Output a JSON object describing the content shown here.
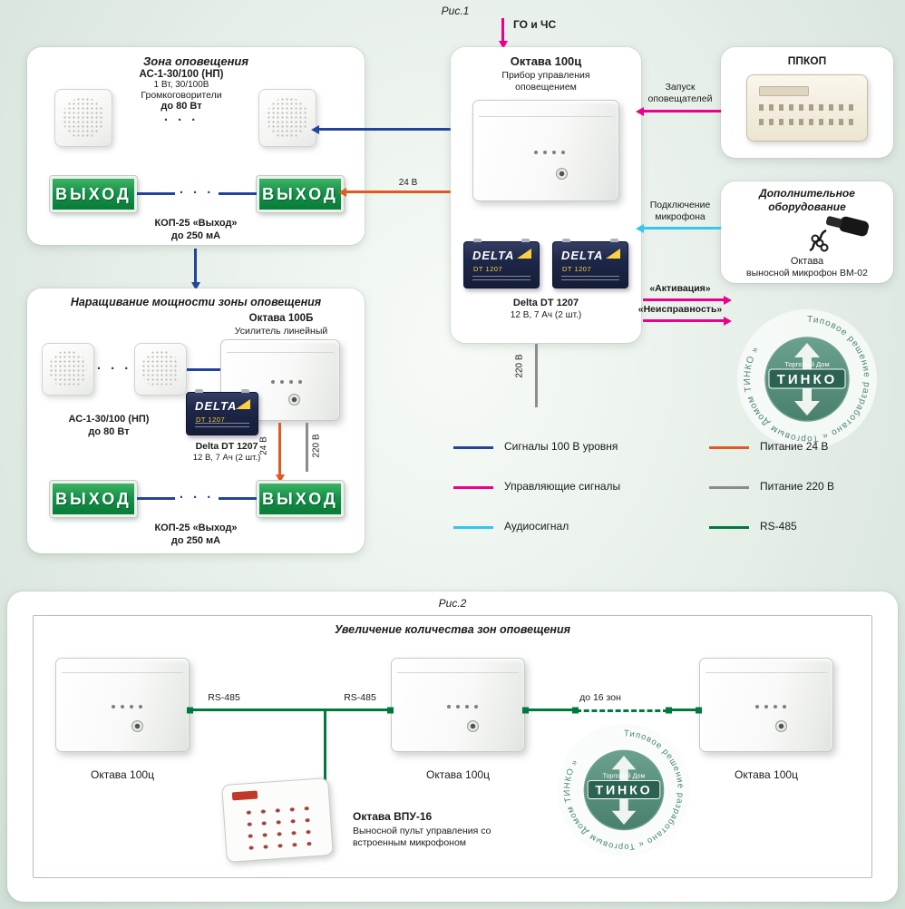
{
  "fig1": {
    "caption": "Рис.1",
    "input_signal": "ГО и ЧС",
    "central": {
      "title": "Октава 100ц",
      "subtitle": "Прибор управления оповещением",
      "battery_name": "Delta DT 1207",
      "battery_spec": "12 В, 7 Ач (2 шт.)",
      "power_label": "220 В"
    },
    "ppkop": {
      "title": "ППКОП",
      "link_label": "Запуск оповещателей"
    },
    "extra": {
      "title": "Дополнительное оборудование",
      "device_name": "Октава",
      "device_model": "выносной микрофон ВМ-02",
      "link_label": "Подключение микрофона"
    },
    "outputs": {
      "activation": "«Активация»",
      "fault": "«Неисправность»"
    },
    "zone": {
      "title": "Зона оповещения",
      "speaker_model": "АС-1-30/100 (НП)",
      "speaker_spec": "1 Вт, 30/100В",
      "speaker_kind": "Громкоговорители",
      "speaker_power": "до 80 Вт",
      "exit_text": "ВЫХОД",
      "exit_model": "КОП-25 «Выход»",
      "exit_current": "до 250 мА",
      "wire_24v": "24 В"
    },
    "boost": {
      "title": "Наращивание мощности зоны оповещения",
      "amp_name": "Октава 100Б",
      "amp_kind": "Усилитель линейный",
      "speaker_model": "АС-1-30/100 (НП)",
      "speaker_power": "до 80 Вт",
      "battery_name": "Delta DT 1207",
      "battery_spec": "12 В, 7 Ач (2 шт.)",
      "wire_24v": "24 В",
      "wire_220v": "220 В",
      "exit_text": "ВЫХОД",
      "exit_model": "КОП-25 «Выход»",
      "exit_current": "до 250 мА"
    },
    "legend": {
      "left": [
        "Сигналы 100 В уровня",
        "Управляющие сигналы",
        "Аудиосигнал"
      ],
      "right": [
        "Питание 24 В",
        "Питание 220 В",
        "RS-485"
      ]
    }
  },
  "fig2": {
    "caption": "Рис.2",
    "title": "Увеличение количества зон оповещения",
    "devices": [
      "Октава 100ц",
      "Октава 100ц",
      "Октава 100ц"
    ],
    "bus_label_1": "RS-485",
    "bus_label_2": "RS-485",
    "bus_label_3": "до 16 зон",
    "keypad_name": "Октава ВПУ-16",
    "keypad_desc": "Выносной пульт управления со встроенным микрофоном"
  },
  "battery": {
    "brand": "DELTA",
    "model": "DT 1207"
  },
  "logo": {
    "ring_text": "Типовое решение разработано « Торговым Домом ТИНКО »",
    "brand_top": "Торговый Дом",
    "brand": "ТИНКО"
  },
  "dots": "· · ·",
  "colors": {
    "signal100": "#24449c",
    "control": "#ec008c",
    "audio": "#33c6f0",
    "power24": "#df5b1f",
    "power220": "#8c8c8c",
    "rs485": "#00793c"
  }
}
